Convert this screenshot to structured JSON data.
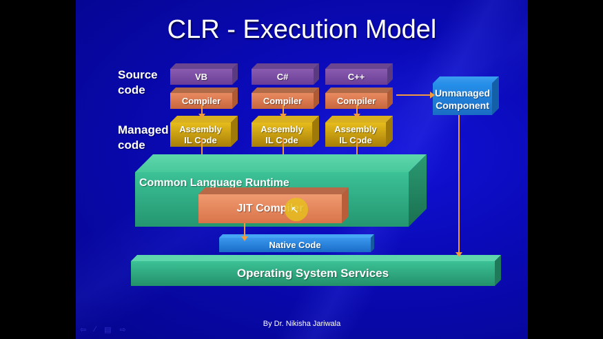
{
  "slide": {
    "title": "CLR - Execution Model",
    "labels": {
      "source_code": [
        "Source",
        "code"
      ],
      "managed_code": [
        "Managed",
        "code"
      ]
    },
    "columns": [
      {
        "language": "VB",
        "compiler": "Compiler",
        "assembly": [
          "Assembly",
          "IL Code"
        ]
      },
      {
        "language": "C#",
        "compiler": "Compiler",
        "assembly": [
          "Assembly",
          "IL Code"
        ]
      },
      {
        "language": "C++",
        "compiler": "Compiler",
        "assembly": [
          "Assembly",
          "IL Code"
        ]
      }
    ],
    "unmanaged": [
      "Unmanaged",
      "Component"
    ],
    "clr": "Common Language Runtime",
    "jit": "JIT Compiler",
    "native": "Native Code",
    "os": "Operating System Services",
    "footer": "By Dr. Nikisha Jariwala",
    "nav_icons": [
      "back-arrow-icon",
      "pen-icon",
      "menu-icon",
      "forward-arrow-icon"
    ],
    "colors": {
      "language": "#7a4ea0",
      "compiler": "#d9774a",
      "assembly": "#c9a010",
      "clr": "#2fb88a",
      "jit": "#e8865a",
      "native": "#2a86e0",
      "unmanaged": "#1f7fd8",
      "os": "#2fb88a",
      "arrow": "#f39a3c"
    }
  }
}
